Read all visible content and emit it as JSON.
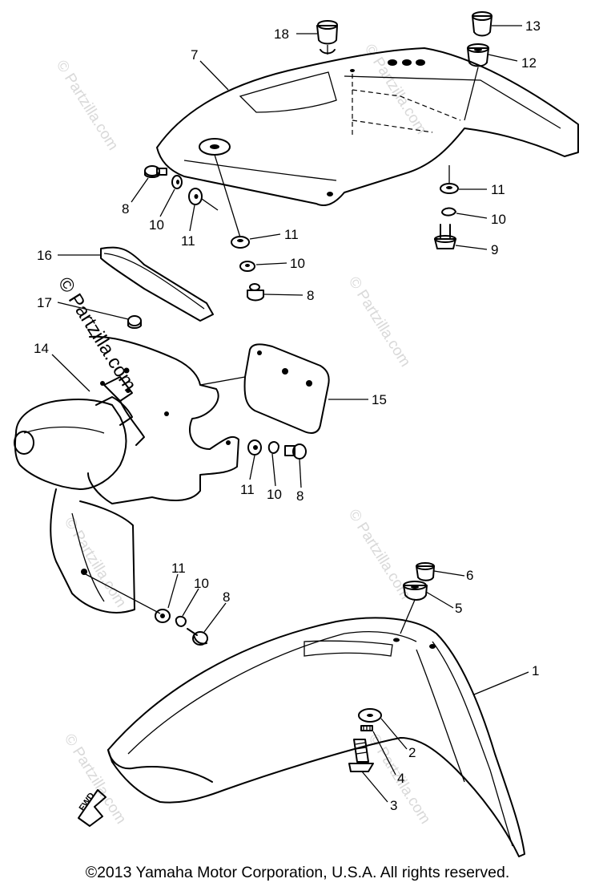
{
  "diagram": {
    "callouts": [
      {
        "id": "c1",
        "text": "1"
      },
      {
        "id": "c2",
        "text": "2"
      },
      {
        "id": "c3",
        "text": "3"
      },
      {
        "id": "c4",
        "text": "4"
      },
      {
        "id": "c5",
        "text": "5"
      },
      {
        "id": "c6",
        "text": "6"
      },
      {
        "id": "c7",
        "text": "7"
      },
      {
        "id": "c8a",
        "text": "8"
      },
      {
        "id": "c8b",
        "text": "8"
      },
      {
        "id": "c8c",
        "text": "8"
      },
      {
        "id": "c8d",
        "text": "8"
      },
      {
        "id": "c9",
        "text": "9"
      },
      {
        "id": "c10a",
        "text": "10"
      },
      {
        "id": "c10b",
        "text": "10"
      },
      {
        "id": "c10c",
        "text": "10"
      },
      {
        "id": "c10d",
        "text": "10"
      },
      {
        "id": "c10e",
        "text": "10"
      },
      {
        "id": "c11a",
        "text": "11"
      },
      {
        "id": "c11b",
        "text": "11"
      },
      {
        "id": "c11c",
        "text": "11"
      },
      {
        "id": "c11d",
        "text": "11"
      },
      {
        "id": "c11e",
        "text": "11"
      },
      {
        "id": "c12",
        "text": "12"
      },
      {
        "id": "c13",
        "text": "13"
      },
      {
        "id": "c14",
        "text": "14"
      },
      {
        "id": "c15",
        "text": "15"
      },
      {
        "id": "c16",
        "text": "16"
      },
      {
        "id": "c17",
        "text": "17"
      },
      {
        "id": "c18",
        "text": "18"
      }
    ],
    "fwd_label": "FWD",
    "watermark": "© Partzilla.com",
    "watermark_main": "© Partzilla.com"
  },
  "footer": {
    "copyright": "©2013 Yamaha Motor Corporation, U.S.A. All rights reserved."
  }
}
